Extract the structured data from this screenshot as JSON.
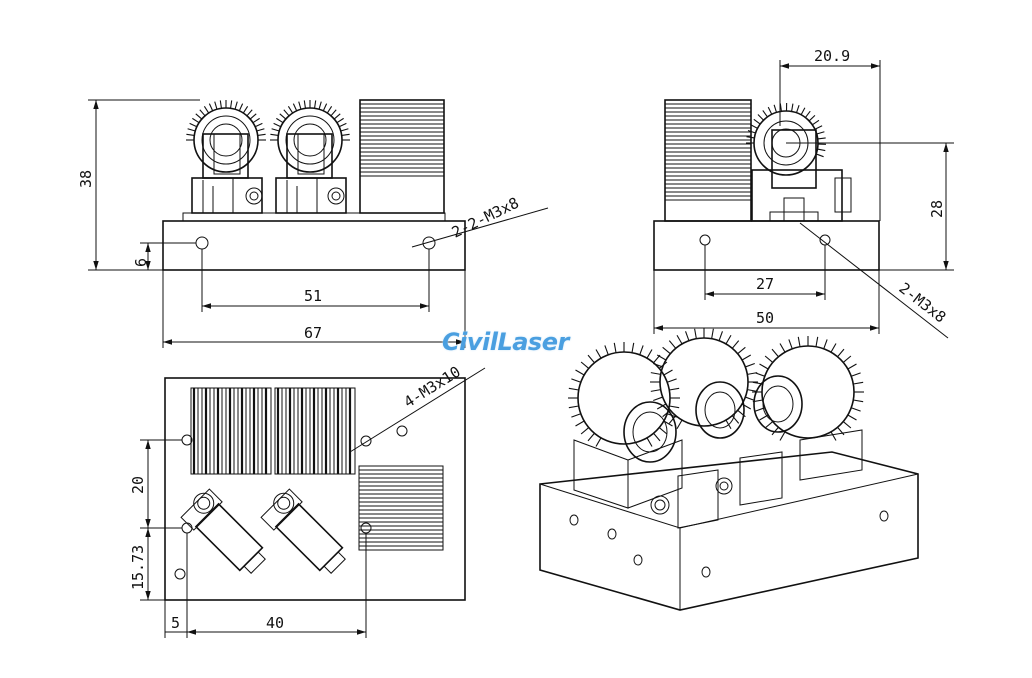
{
  "brand": {
    "watermark": "CivilLaser",
    "color": "#4a9fe0"
  },
  "front_view": {
    "height": "38",
    "base_thickness": "6",
    "hole_spacing": "51",
    "width": "67",
    "thread_callout": "2-2-M3x8"
  },
  "side_view": {
    "offset": "20.9",
    "height": "28",
    "hole_spacing": "27",
    "width": "50",
    "thread_callout": "2-M3x8"
  },
  "top_view": {
    "thread_callout": "4-M3x10",
    "vertical_spacing": "20",
    "lower_offset": "15.73",
    "edge_offset": "5",
    "horizontal_spacing": "40"
  }
}
